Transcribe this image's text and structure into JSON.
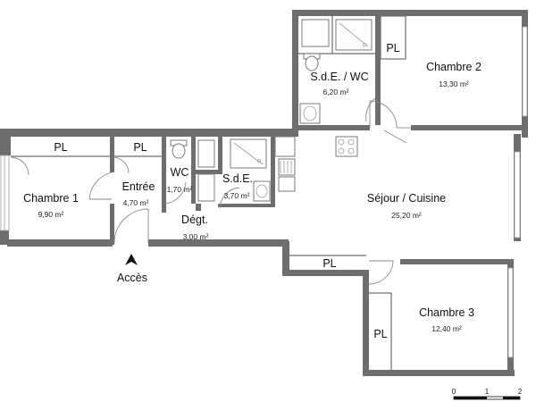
{
  "rooms": [
    {
      "name": "Chambre 2",
      "area": "13,30 m²"
    },
    {
      "name": "S.d.E. / WC",
      "area": "6,20 m²"
    },
    {
      "name": "Chambre 1",
      "area": "9,90 m²"
    },
    {
      "name": "Entrée",
      "area": "4,70 m²"
    },
    {
      "name": "WC",
      "area": "1,70 m²"
    },
    {
      "name": "S.d.E.",
      "area": "3,70 m²"
    },
    {
      "name": "Dégt.",
      "area": "3,00 m²"
    },
    {
      "name": "Séjour / Cuisine",
      "area": "25,20 m²"
    },
    {
      "name": "Chambre 3",
      "area": "12,40 m²"
    }
  ],
  "closet_label": "PL",
  "entrance_label": "Accès",
  "scale": {
    "ticks": [
      "0",
      "1",
      "2"
    ]
  }
}
